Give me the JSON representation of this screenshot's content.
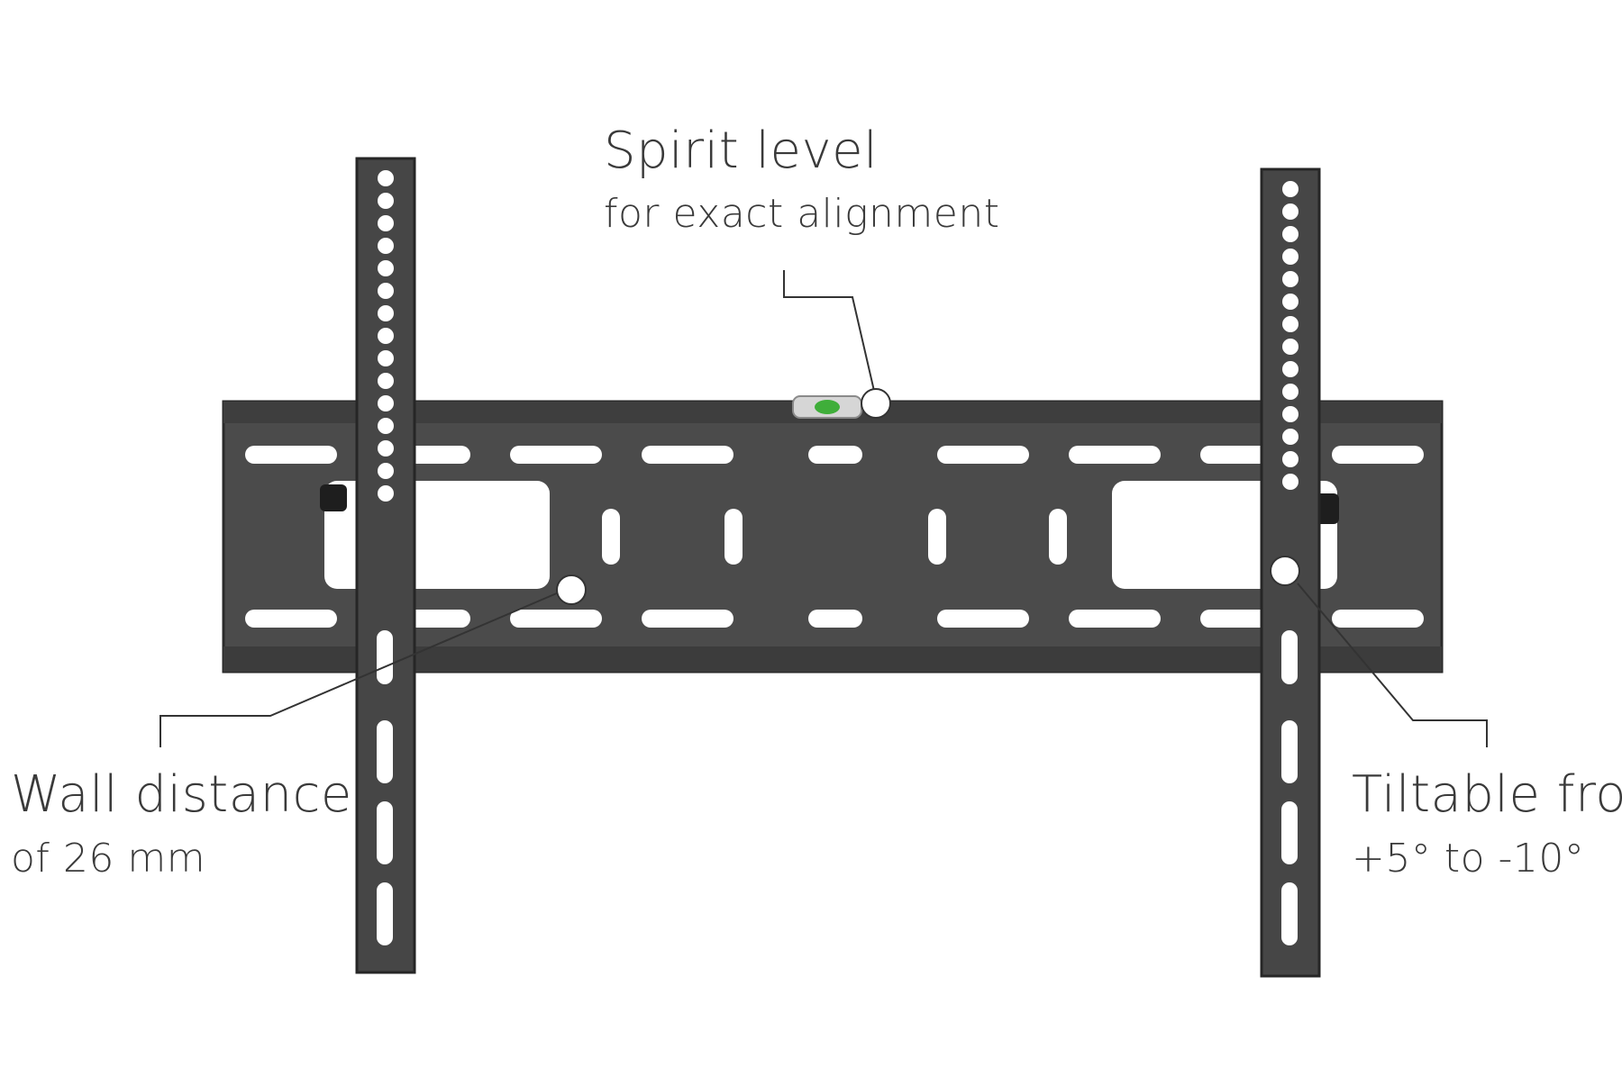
{
  "callouts": {
    "spirit_level": {
      "title": "Spirit level",
      "subtitle": "for exact alignment"
    },
    "wall_distance": {
      "title": "Wall distance",
      "subtitle": "of 26 mm"
    },
    "tiltable": {
      "title": "Tiltable from",
      "subtitle": "+5° to -10°"
    }
  },
  "colors": {
    "bracket": "#4a4a4a",
    "bracket_edge": "#2b2b2b",
    "level_bubble": "#3fae3a",
    "callout_line": "#333333",
    "text": "#3a3a3a"
  }
}
